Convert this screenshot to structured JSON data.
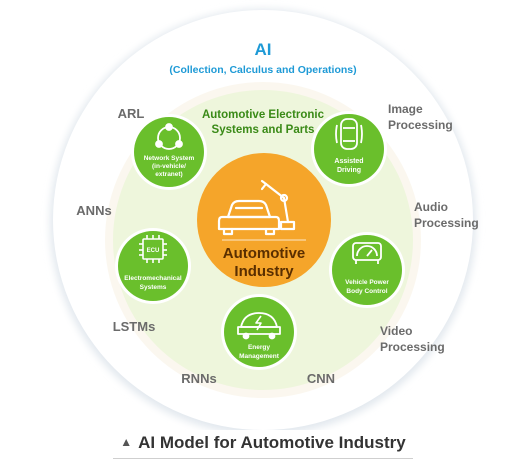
{
  "ai": {
    "title": "AI",
    "subtitle": "(Collection, Calculus and Operations)"
  },
  "methods": {
    "arl": "ARL",
    "anns": "ANNs",
    "lstms": "LSTMs",
    "rnns": "RNNs",
    "cnn": "CNN",
    "image_processing": [
      "Image",
      "Processing"
    ],
    "audio_processing": [
      "Audio",
      "Processing"
    ],
    "video_processing": [
      "Video",
      "Processing"
    ]
  },
  "ring": {
    "title": [
      "Automotive Electronic",
      "Systems and Parts"
    ]
  },
  "center": {
    "label": [
      "Automotive",
      "Industry"
    ]
  },
  "nodes": {
    "network": [
      "Network System",
      "(in-vehicle/",
      "extranet)"
    ],
    "assisted": [
      "Assisted",
      "Driving"
    ],
    "electromech": [
      "Electromechanical",
      "Systems"
    ],
    "vehicle_power": [
      "Vehicle Power",
      "Body Control"
    ],
    "energy": [
      "Energy",
      "Management"
    ],
    "ecu_chip": "ECU"
  },
  "caption": {
    "marker": "▲",
    "text": "AI Model for Automotive Industry"
  },
  "colors": {
    "ai_blue": "#1e9ad6",
    "green_node": "#6abf2c",
    "green_text": "#3a8a17",
    "ring_fill": "#eef6dc",
    "orange": "#f5a52a",
    "gray_text": "#6b6b6b"
  }
}
